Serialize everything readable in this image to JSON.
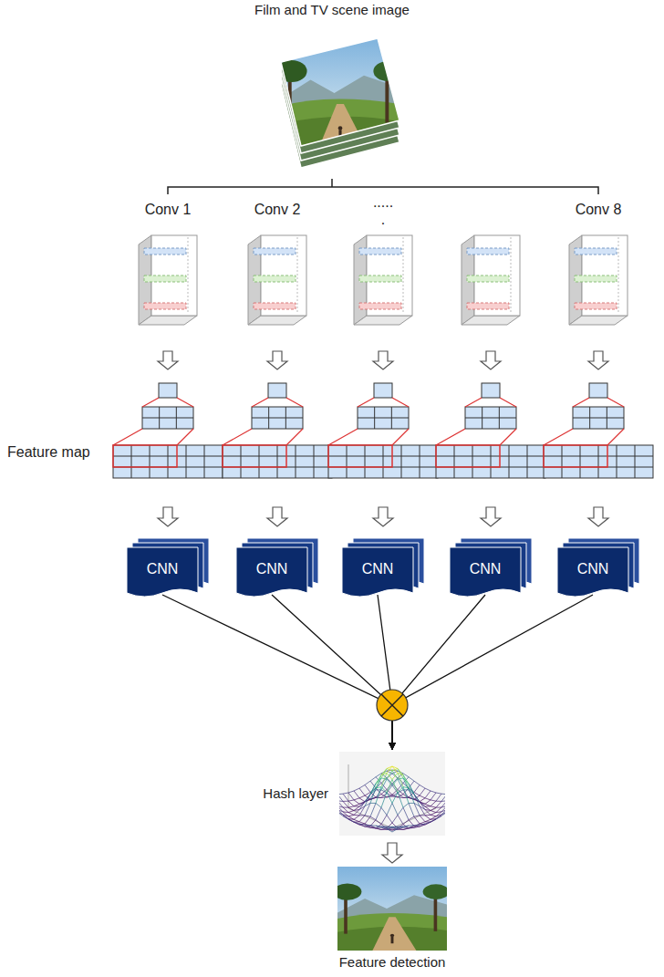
{
  "diagram": {
    "nodes": [
      {
        "text": [
          "Film and TV scene image"
        ]
      },
      {
        "text": [
          "CNN"
        ]
      },
      {
        "text": [
          "CNN"
        ]
      },
      {
        "text": [
          "CNN"
        ]
      },
      {
        "text": [
          "CNN"
        ]
      },
      {
        "text": [
          "CNN"
        ]
      },
      {
        "text": [
          "Hash layer"
        ]
      },
      {
        "text": [
          "Feature detection"
        ]
      }
    ],
    "edges": [
      {
        "from": 1,
        "to": 6,
        "arrow": "to"
      },
      {
        "from": 2,
        "to": 6,
        "arrow": "to"
      },
      {
        "from": 3,
        "to": 6,
        "arrow": "to"
      },
      {
        "from": 4,
        "to": 6,
        "arrow": "to"
      },
      {
        "from": 5,
        "to": 6,
        "arrow": "to"
      },
      {
        "from": 6,
        "to": 7,
        "arrow": "to"
      }
    ],
    "labels": [
      "Conv 1",
      "Conv 2",
      ".....",
      ".",
      "Conv 8",
      "Feature map"
    ]
  }
}
